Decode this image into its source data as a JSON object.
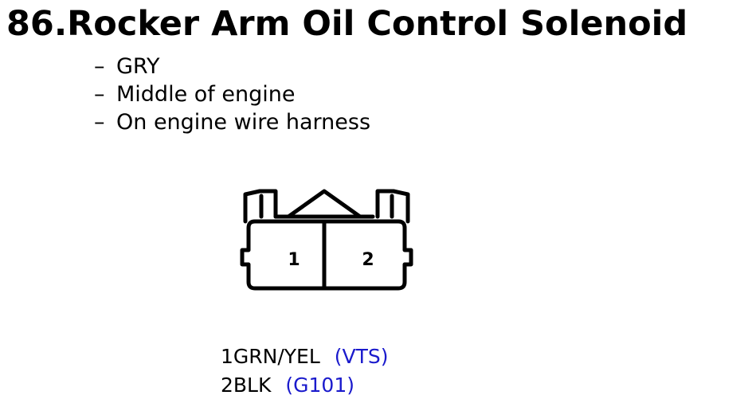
{
  "title": "86.Rocker Arm Oil Control Solenoid",
  "details": [
    {
      "dash": "–",
      "text": "GRY"
    },
    {
      "dash": "–",
      "text": "Middle of engine"
    },
    {
      "dash": "–",
      "text": "On engine wire harness"
    }
  ],
  "connector": {
    "pins": [
      "1",
      "2"
    ]
  },
  "pinout": [
    {
      "pin": "1",
      "wire": "GRN/YEL",
      "ref": "(VTS)"
    },
    {
      "pin": "2",
      "wire": "BLK",
      "ref": "(G101)"
    }
  ],
  "colors": {
    "text": "#000000",
    "reference": "#1a1acc",
    "background": "#ffffff"
  }
}
